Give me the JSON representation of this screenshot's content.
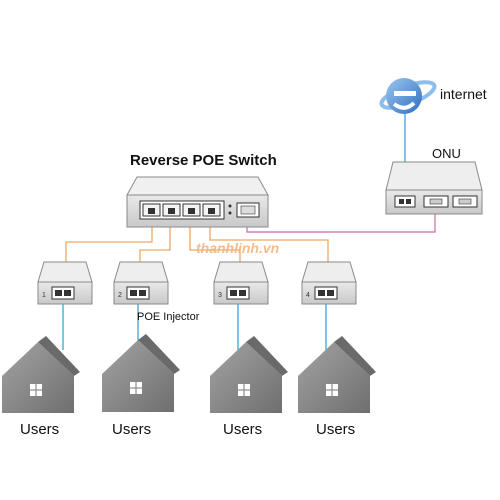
{
  "diagram": {
    "switch_label": "Reverse POE Switch",
    "internet_label": "internet",
    "onu_label": "ONU",
    "injector_label": "POE Injector",
    "watermark": "thanhlinh.vn",
    "users": [
      "Users",
      "Users",
      "Users",
      "Users"
    ],
    "colors": {
      "orange_line": "#f0a860",
      "blue_line": "#3aa5d8",
      "pink_line": "#c070a0",
      "device_face": "#dcdcdc",
      "device_top": "#eeeeee",
      "house": "#8c8c8c",
      "house_dark": "#6e6e6e",
      "ie_blue": "#3d7fcf"
    }
  }
}
